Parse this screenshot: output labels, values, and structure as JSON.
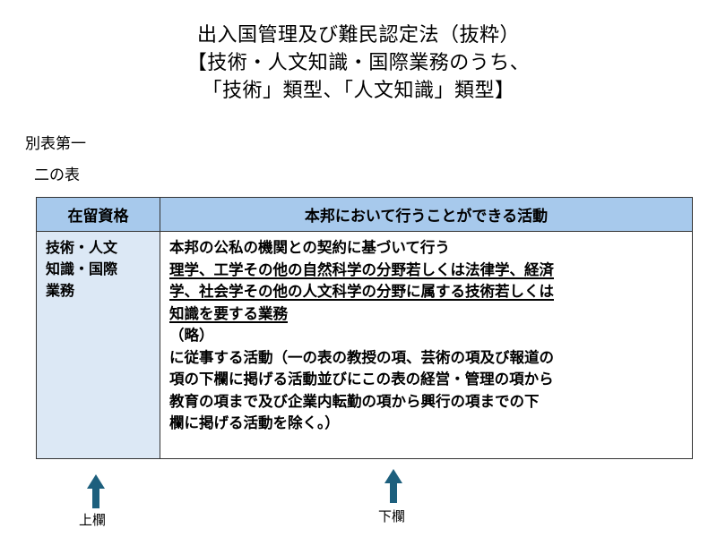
{
  "title": {
    "lines": [
      "出入国管理及び難民認定法（抜粋）",
      "【技術・人文知識・国際業務のうち、",
      "「技術」類型、「人文知識」類型】"
    ]
  },
  "section_label": "別表第一",
  "subsection_label": "二の表",
  "table": {
    "headers": [
      "在留資格",
      "本邦において行うことができる活動"
    ],
    "status_label": "技術・人文知識・国際業務",
    "status_label_lines": [
      "技術・人文",
      "知識・国際",
      "業務"
    ],
    "activity": {
      "intro": "本邦の公私の機関との契約に基づいて行う",
      "underlined_lines": [
        "理学、工学その他の自然科学の分野若しくは法律学、経済",
        "学、社会学その他の人文科学の分野に属する技術若しくは",
        "知識を要する業務"
      ],
      "omitted": "（略）",
      "closing_lines": [
        "に従事する活動（一の表の教授の項、芸術の項及び報道の",
        "項の下欄に掲げる活動並びにこの表の経営・管理の項から",
        "教育の項まで及び企業内転勤の項から興行の項までの下",
        "欄に掲げる活動を除く。）"
      ]
    }
  },
  "annotations": {
    "upper_column": "上欄",
    "lower_column": "下欄"
  },
  "colors": {
    "header_bg": "#a7c9ec",
    "left_cell_bg": "#dce8f5",
    "arrow": "#1d5f7d"
  }
}
